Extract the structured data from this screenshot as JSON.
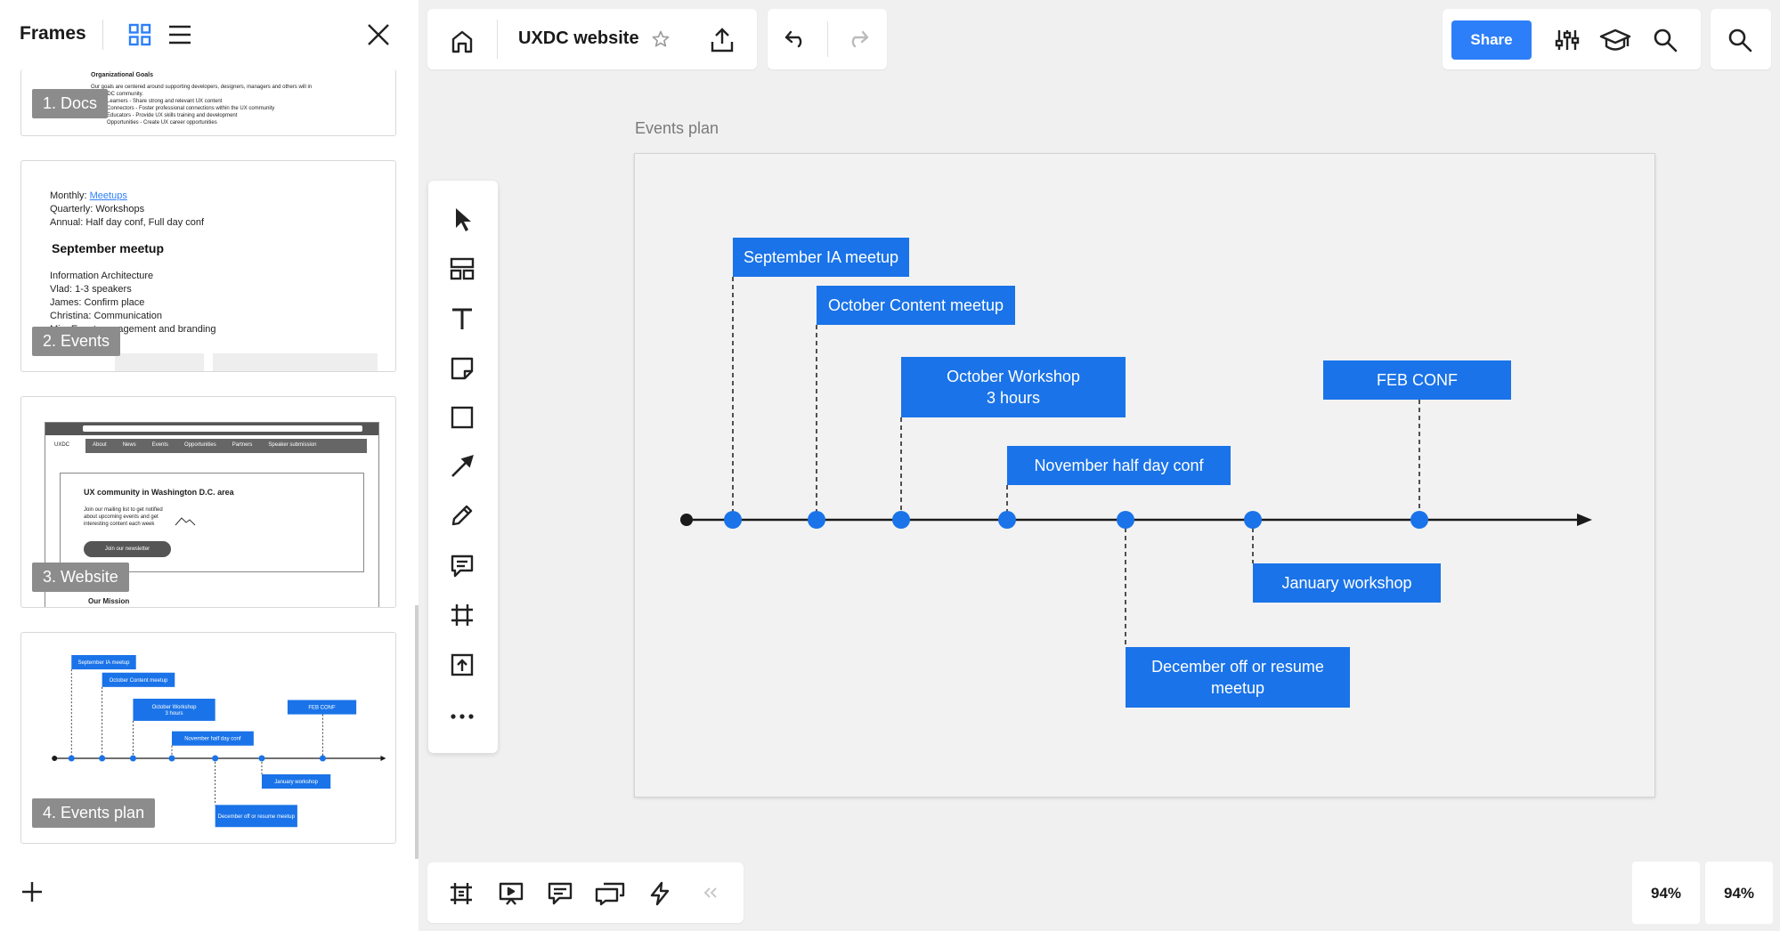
{
  "panel": {
    "title": "Frames",
    "frames": [
      {
        "label": "1. Docs"
      },
      {
        "label": "2. Events"
      },
      {
        "label": "3. Website"
      },
      {
        "label": "4. Events plan"
      }
    ],
    "docs_thumb": {
      "heading": "Organizational Goals",
      "intro": "Our goals are centered around supporting developers, designers, managers and others will in",
      "intro2": "the UXDC community.",
      "bullets": [
        "Learners - Share strong and relevant UX content",
        "Connectors - Foster professional connections within the UX community",
        "Educators - Provide UX skills training and development",
        "Opportunities - Create UX career opportunities"
      ]
    },
    "events_thumb": {
      "monthly_prefix": "Monthly: ",
      "monthly_link": "Meetups",
      "quarterly": "Quarterly: Workshops",
      "annual": "Annual: Half day conf, Full day conf",
      "heading": "September meetup",
      "lines": [
        "Information Architecture",
        "Vlad: 1-3 speakers",
        "James: Confirm place",
        "Christina: Communication",
        "Mia: Event management and branding"
      ]
    },
    "website_thumb": {
      "logo": "UXDC",
      "nav": [
        "About",
        "News",
        "Events",
        "Opportunities",
        "Partners",
        "Speaker submission"
      ],
      "hero_title": "UX community in Washington D.C. area",
      "hero_text1": "Join our mailing list to get notified",
      "hero_text2": "about upcoming events and get",
      "hero_text3": "interesting content each week",
      "cta": "Join our newsletter",
      "mission": "Our Mission"
    }
  },
  "top": {
    "board_title": "UXDC website",
    "share_label": "Share"
  },
  "zoom": {
    "left": "94%",
    "right": "94%"
  },
  "canvas": {
    "frame_label": "Events plan",
    "events": [
      {
        "label": "September IA meetup"
      },
      {
        "label": "October Content meetup"
      },
      {
        "label": "October Workshop\n3 hours"
      },
      {
        "label": "November half day conf"
      },
      {
        "label": "December off or resume meetup"
      },
      {
        "label": "January workshop"
      },
      {
        "label": "FEB CONF"
      }
    ]
  },
  "colors": {
    "accent": "#1a73e8",
    "share": "#2d7ff9"
  }
}
